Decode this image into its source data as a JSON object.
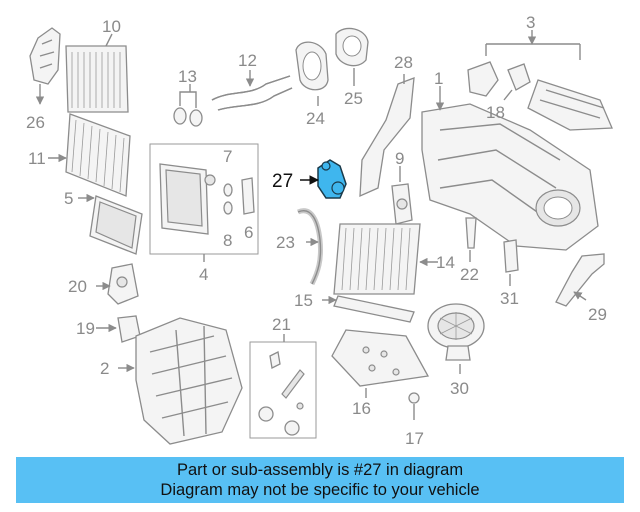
{
  "diagram": {
    "labels": [
      "1",
      "2",
      "3",
      "5",
      "6",
      "7",
      "8",
      "9",
      "10",
      "11",
      "12",
      "13",
      "14",
      "15",
      "16",
      "17",
      "18",
      "19",
      "20",
      "21",
      "22",
      "23",
      "24",
      "25",
      "26",
      "28",
      "29",
      "30",
      "31",
      "4"
    ],
    "highlight_label": "27",
    "highlight_color": "#3fb6ee",
    "line_color": "#8c8c8c"
  },
  "banner": {
    "line1": "Part or sub-assembly is #27 in diagram",
    "line2": "Diagram may not be specific to your vehicle",
    "background": "#58c0f4"
  }
}
